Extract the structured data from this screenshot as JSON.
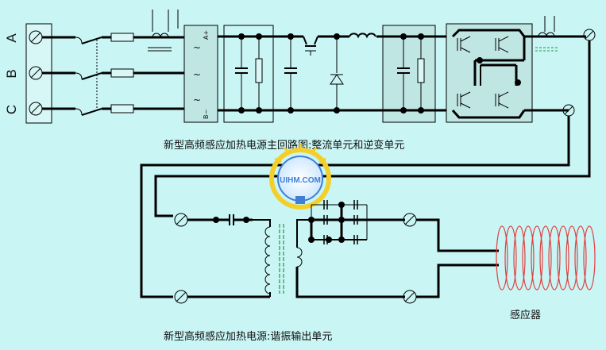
{
  "colors": {
    "background": "#c9f5f4",
    "wire": "#000000",
    "module_fill": "#bfe6e3",
    "coil": "#e04040",
    "logo_ring": "#f4cf2a",
    "logo_blue": "#3f7fd6",
    "green_mark": "#1f9a3a"
  },
  "phases": [
    "A",
    "B",
    "C"
  ],
  "rectifier_terminals": {
    "positive": "A+",
    "negative": "B−"
  },
  "captions": {
    "main_circuit": "新型高频感应加热电源主回路图:整流单元和逆变单元",
    "resonant_output": "新型高频感应加热电源:谐振输出单元",
    "inductor": "感应器"
  },
  "logo": {
    "text": "UIHM.COM",
    "icon": "sun-logo-icon"
  }
}
